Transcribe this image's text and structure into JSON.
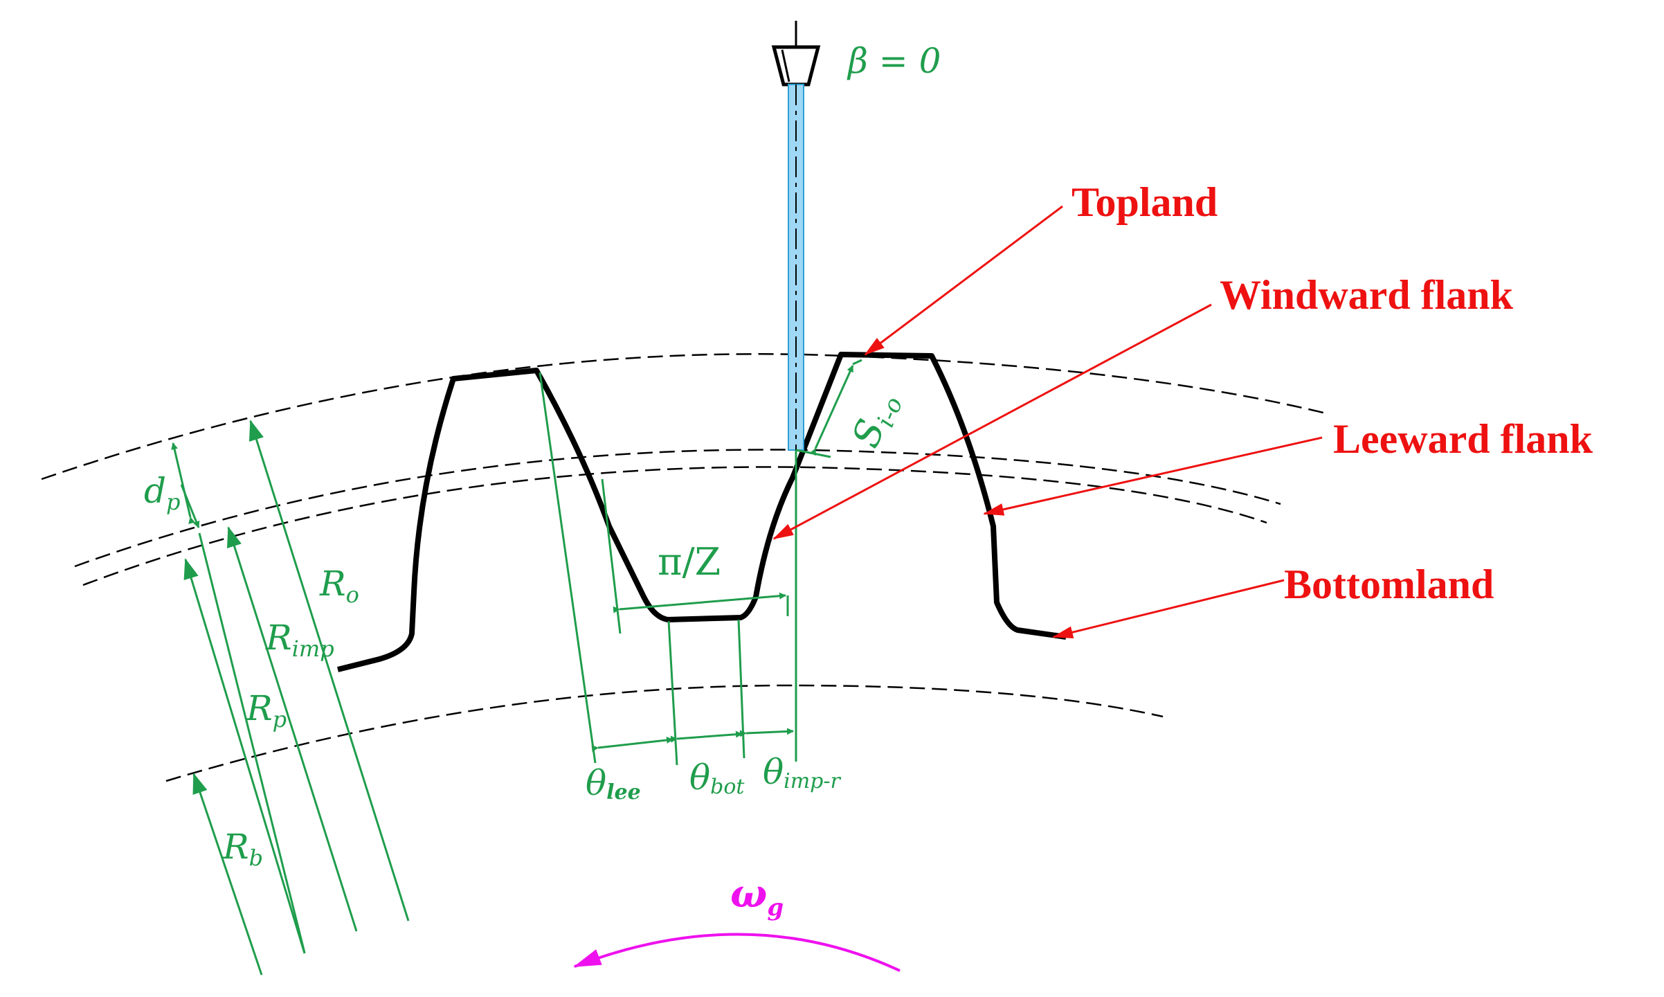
{
  "colors": {
    "gear": "#000000",
    "dimension": "#1f9d4c",
    "callout": "#ee1111",
    "rotation": "#ee11ee",
    "jet_fill": "#9fd8f5",
    "jet_stroke": "#2a9fd6"
  },
  "labels": {
    "beta": {
      "main": "β = 0"
    },
    "topland": "Topland",
    "windward": "Windward flank",
    "leeward": "Leeward flank",
    "bottomland": "Bottomland",
    "pi_z": "π/Z",
    "s_io": {
      "main": "S",
      "sub": "i-o"
    },
    "d_p": {
      "main": "d",
      "sub": "p"
    },
    "r_o": {
      "main": "R",
      "sub": "o"
    },
    "r_imp": {
      "main": "R",
      "sub": "imp"
    },
    "r_p": {
      "main": "R",
      "sub": "p"
    },
    "r_b": {
      "main": "R",
      "sub": "b"
    },
    "theta_lee": {
      "main": "θ",
      "sub": "lee"
    },
    "theta_bot": {
      "main": "θ",
      "sub": "bot"
    },
    "theta_imp": {
      "main": "θ",
      "sub": "imp-r"
    },
    "omega": {
      "main": "ω",
      "sub": "g"
    }
  }
}
